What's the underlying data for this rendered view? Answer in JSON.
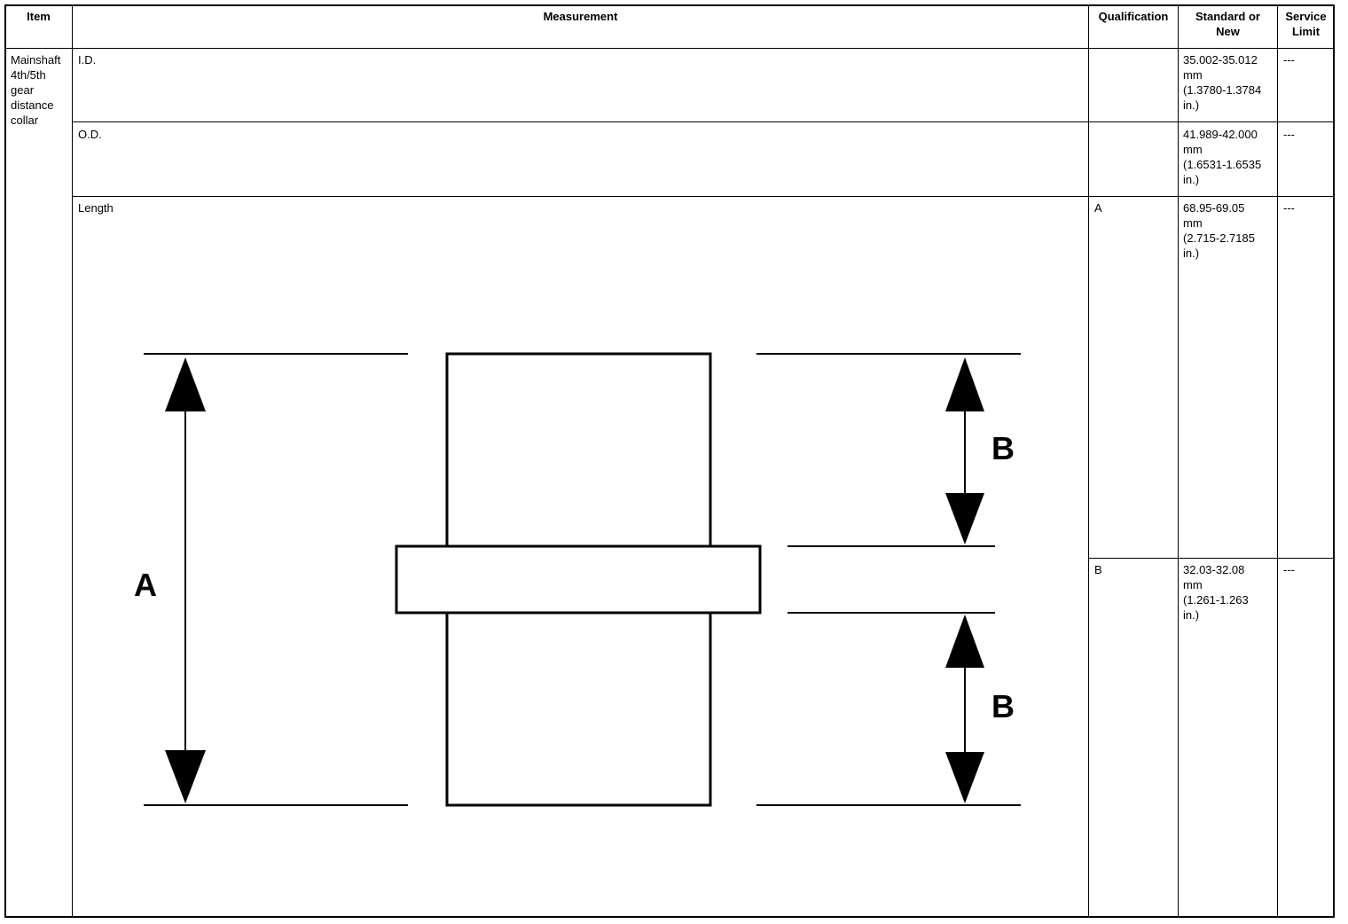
{
  "header": {
    "item": "Item",
    "measurement": "Measurement",
    "qualification": "Qualification",
    "standard_line1": "Standard or",
    "standard_line2": "New",
    "service_line1": "Service",
    "service_line2": "Limit"
  },
  "item": {
    "lines": [
      "Mainshaft",
      "4th/5th",
      "gear",
      "distance",
      "collar"
    ]
  },
  "rows": [
    {
      "measurement": "I.D.",
      "qualification": "",
      "standard": [
        "35.002-35.012",
        "mm",
        "(1.3780-1.3784",
        "in.)"
      ],
      "service": "---"
    },
    {
      "measurement": "O.D.",
      "qualification": "",
      "standard": [
        "41.989-42.000",
        "mm",
        "(1.6531-1.6535",
        "in.)"
      ],
      "service": "---"
    },
    {
      "measurement": "Length",
      "sub": [
        {
          "qualification": "A",
          "standard": [
            "68.95-69.05",
            "mm",
            "(2.715-2.7185",
            "in.)"
          ],
          "service": "---"
        },
        {
          "qualification": "B",
          "standard": [
            "32.03-32.08",
            "mm",
            "(1.261-1.263",
            "in.)"
          ],
          "service": "---"
        }
      ]
    }
  ],
  "diagram": {
    "label_a": "A",
    "label_b_top": "B",
    "label_b_bottom": "B"
  }
}
